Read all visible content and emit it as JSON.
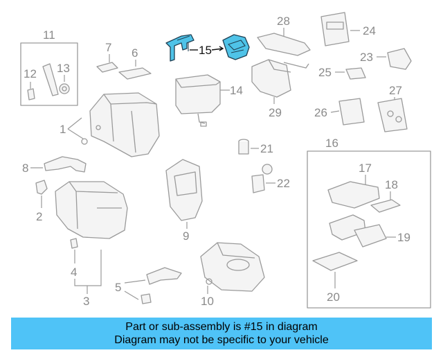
{
  "banner": {
    "line1": "Part or sub-assembly is #15 in diagram",
    "line2": "Diagram may not be specific to your vehicle",
    "color": "#4fc3f7"
  },
  "highlight": {
    "callout": "15",
    "color": "#4fc3e8"
  },
  "callouts": {
    "c1": "1",
    "c2": "2",
    "c3": "3",
    "c4": "4",
    "c5": "5",
    "c6": "6",
    "c7": "7",
    "c8": "8",
    "c9": "9",
    "c10": "10",
    "c11": "11",
    "c12": "12",
    "c13": "13",
    "c14": "14",
    "c15": "15",
    "c16": "16",
    "c17": "17",
    "c18": "18",
    "c19": "19",
    "c20": "20",
    "c21": "21",
    "c22": "22",
    "c23": "23",
    "c24": "24",
    "c25": "25",
    "c26": "26",
    "c27": "27",
    "c28": "28",
    "c29": "29"
  }
}
